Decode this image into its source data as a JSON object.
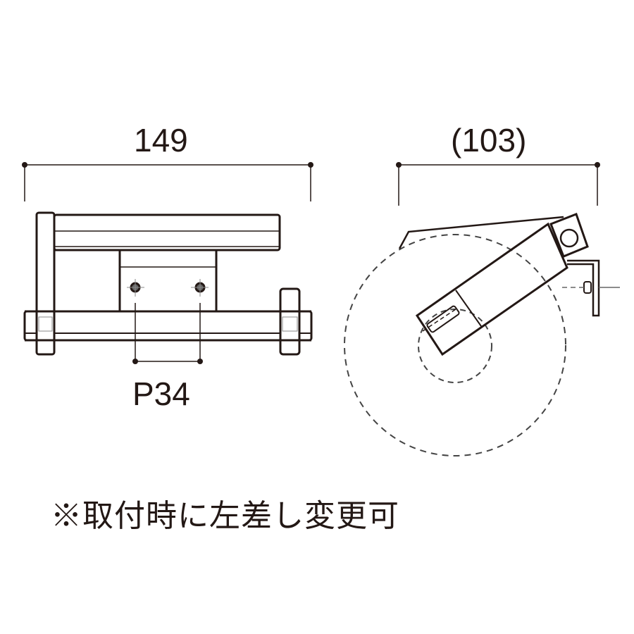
{
  "dimensions": {
    "width_label": "149",
    "depth_label": "(103)",
    "pitch_label": "P34"
  },
  "note": "※取付時に左差し変更可",
  "colors": {
    "line": "#231815",
    "hole": "#666666",
    "background": "#ffffff"
  }
}
